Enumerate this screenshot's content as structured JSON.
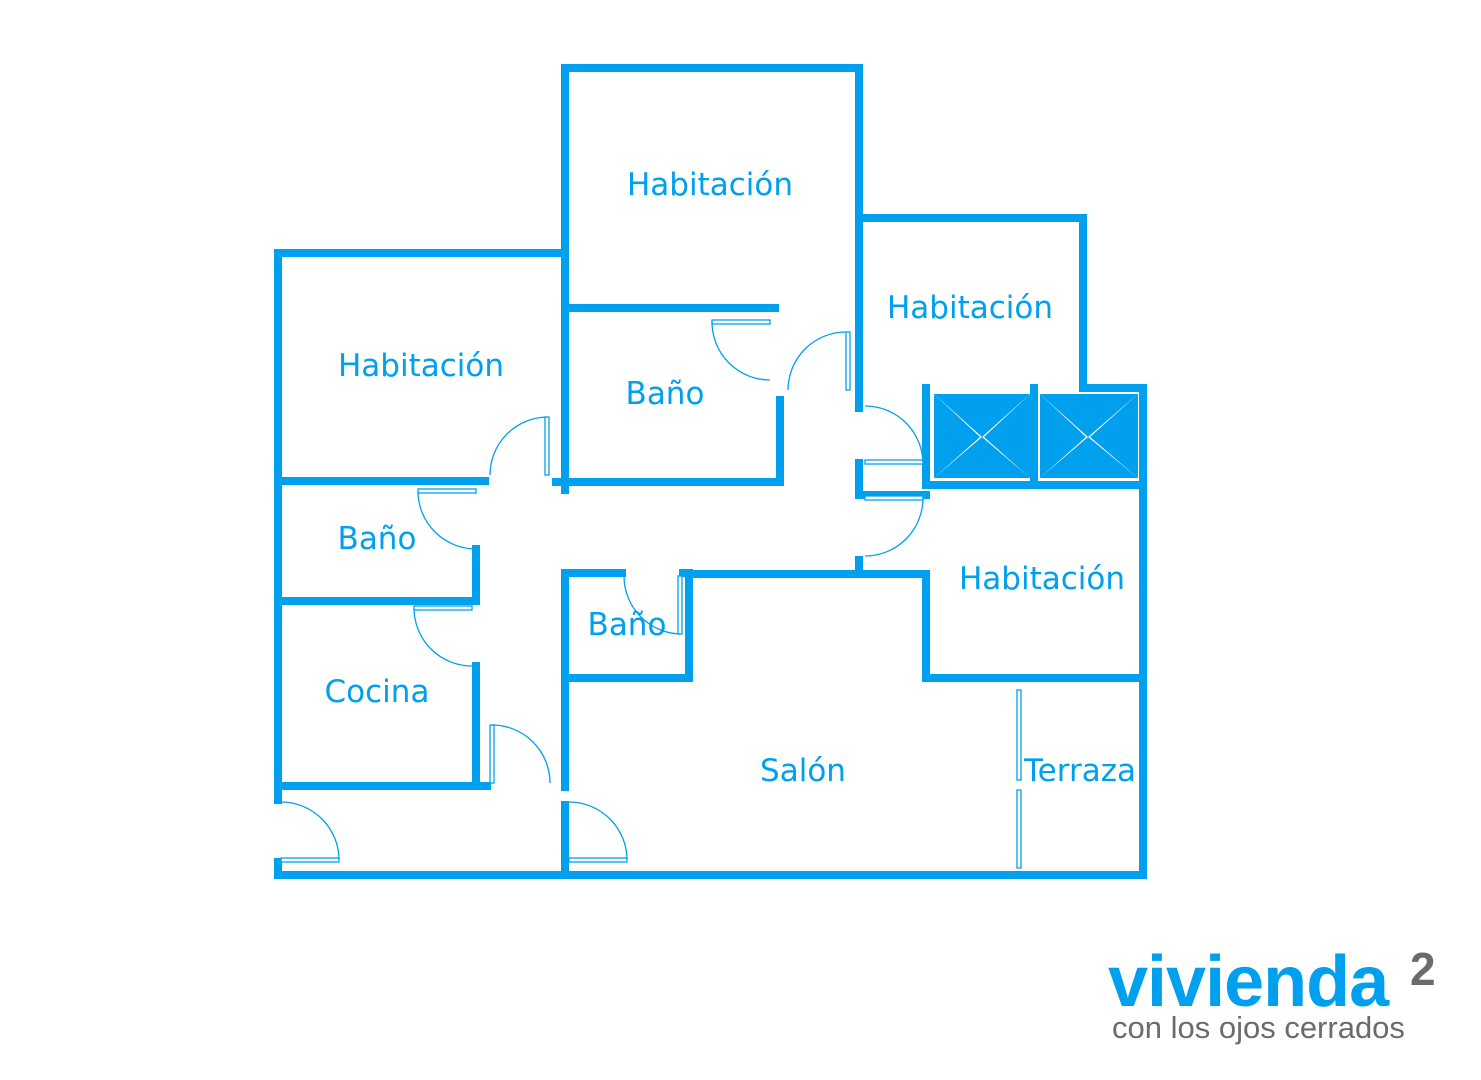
{
  "colors": {
    "wall": "#00a0ee",
    "brand_grey": "#6b6b6b",
    "background": "#ffffff"
  },
  "rooms": {
    "bedroom_top": "Habitación",
    "bedroom_right_top": "Habitación",
    "bedroom_left": "Habitación",
    "bedroom_right": "Habitación",
    "bath_center": "Baño",
    "bath_left": "Baño",
    "bath_small": "Baño",
    "kitchen": "Cocina",
    "living": "Salón",
    "terrace": "Terraza"
  },
  "brand": {
    "name": "vivienda",
    "superscript": "2",
    "tagline": "con los ojos cerrados"
  }
}
